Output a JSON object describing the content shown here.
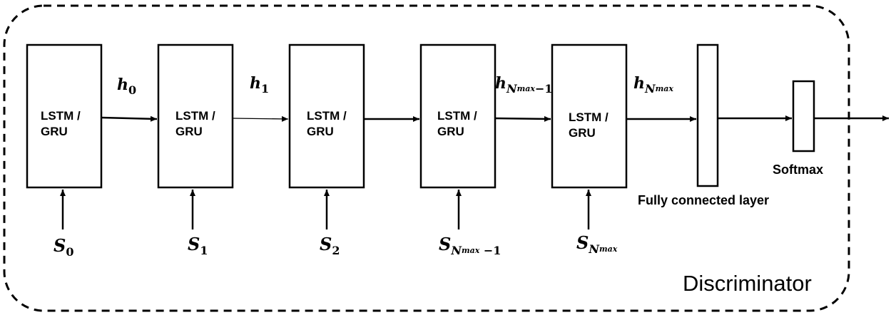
{
  "cells": [
    {
      "label": "LSTM /\nGRU"
    },
    {
      "label": "LSTM /\nGRU"
    },
    {
      "label": "LSTM /\nGRU"
    },
    {
      "label": "LSTM /\nGRU"
    },
    {
      "label": "LSTM /\nGRU"
    }
  ],
  "hidden_states": [
    {
      "base": "h",
      "sub": "0"
    },
    {
      "base": "h",
      "sub": "1"
    },
    {
      "base": "h",
      "sub": "N",
      "subsub": "max",
      "suffix": "−1"
    },
    {
      "base": "h",
      "sub": "N",
      "subsub": "max",
      "suffix": ""
    }
  ],
  "inputs": [
    {
      "base": "S",
      "sub": "0"
    },
    {
      "base": "S",
      "sub": "1"
    },
    {
      "base": "S",
      "sub": "2"
    },
    {
      "base": "S",
      "sub": "N",
      "subsub": "max",
      "suffix": " −1"
    },
    {
      "base": "S",
      "sub": "N",
      "subsub": "max",
      "suffix": ""
    }
  ],
  "fully_connected_label": "Fully connected layer",
  "softmax_label": "Softmax",
  "frame_title": "Discriminator",
  "colors": {
    "stroke": "#000000",
    "background": "#ffffff"
  }
}
